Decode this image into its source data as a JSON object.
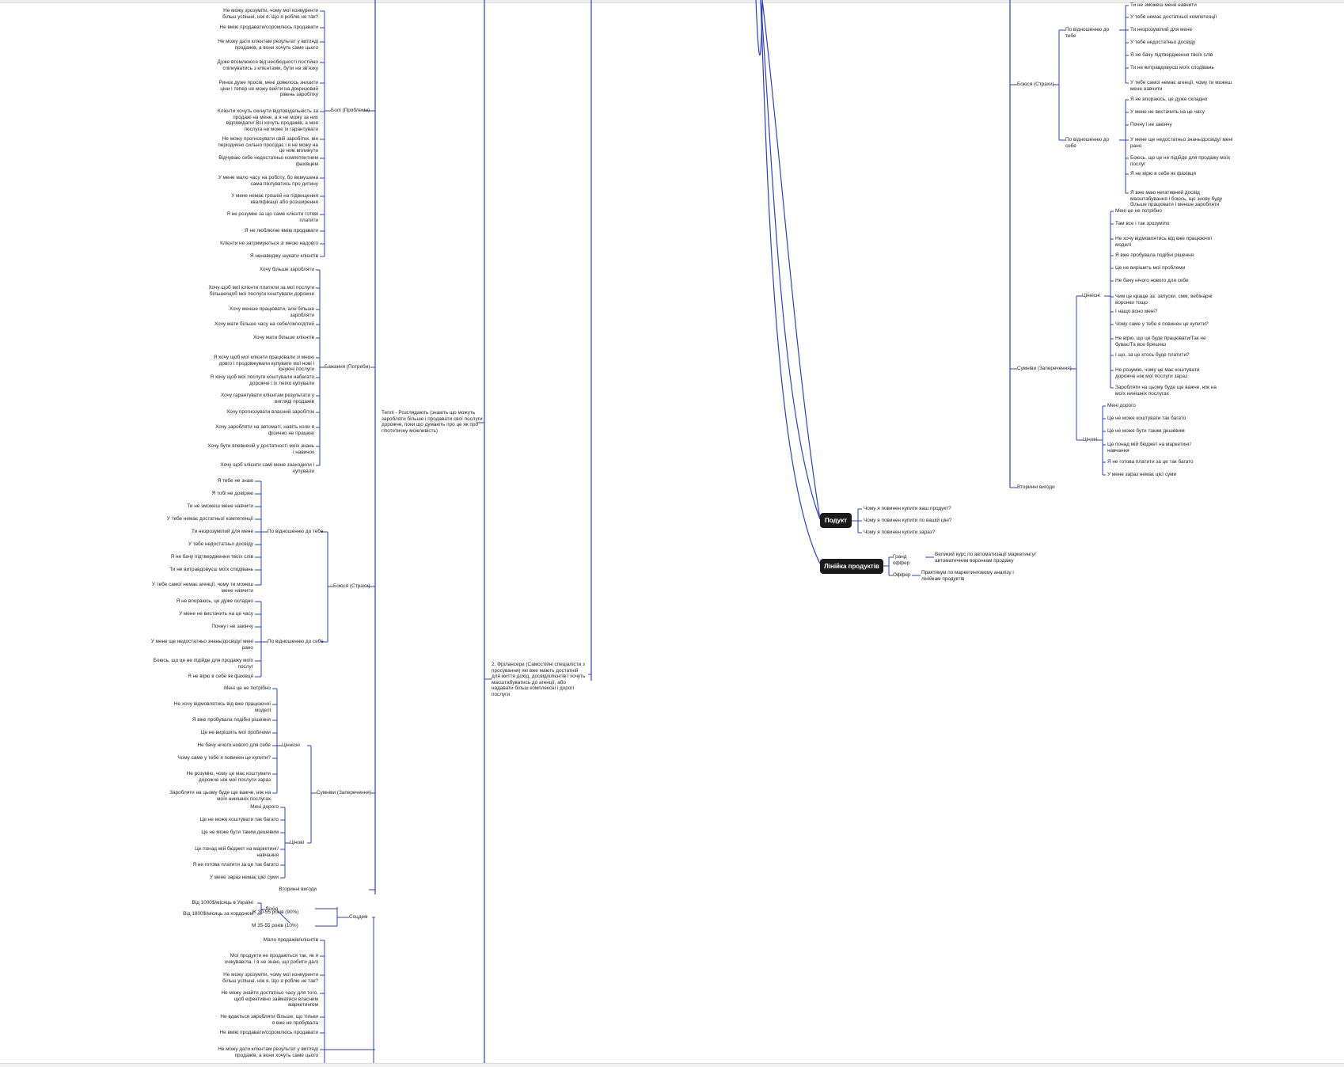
{
  "center": {
    "teplі": "Теплі - Розглядають (знають що можуть заробляти більше і продавати свої послуги дорожче, поки що думають про це як про гіпотетичну можливість)",
    "freelancers": "2. Фрілансери (Самостійні спеціалісти з просування) які вже мають достатній для життя дохід, досвід/клієнтів і хочуть масштабуватись до агенції, або надавати більш комплексні і дорогі послуги"
  },
  "left": {
    "boli_label": "Болі (Проблеми)",
    "boli": [
      "Не можу зрозуміти, чому мої конкуренти більш успішні, ніж я. Що я роблю не так?",
      "Не вмію продавати/соромлюсь продавати",
      "Не можу дати клієнтам результат у вигляді продажів, а вони хочуть саме цього",
      "Дуже втомлююся від необхідності постійно спілкуватись з клієнтами, бути на зв'язку",
      "Ринок дуже просів, мені довелось знизити ціни і тепер не можу вийти на докризовий рівень заробітку",
      "Клієнти хочуть скинути відповідальність за продажі на мене, а я не можу за них відповідати/ Всі хочуть продажів, а моя послуга не може їх гарантувати",
      "Не можу прогнозувати свій заробіток, він періодично сильно просідає і я не можу на це ніяк вплинути",
      "Відчуваю себе недостатньо компетентним фахівцем",
      "У мене мало часу на роботу, бо вимушена сама піклуватись про дитину",
      "У мене немає грошей на підвищення кваліфікації або розширення",
      "Я не розумію за що саме клієнти готові платити",
      "Я не люблю/не вмію продавати",
      "Клієнти не затримуються зі мною надовго",
      "Я ненавиджу шукати клієнтів"
    ],
    "bazhannya_label": "Бажання (Потреби)",
    "bazhannya": [
      "Хочу більше заробляти",
      "Хочу щоб мої клієнти платили за мої послуги більше/щоб мої послуги коштували дорожче",
      "Хочу менше працювати, але більше заробляти",
      "Хочу мати більше часу на себе/сім'ю/дітей",
      "Хочу мати більше клієнтів",
      "Я хочу щоб мої клієнти працювали зі мною довго і продовжували купувати мої нові і існуючі послуги",
      "Я хочу щоб мої послуги коштували набагато дорожче і їх легко купували",
      "Хочу гарантувати клієнтам результати у вигляді продажів",
      "Хочу прогнозувати власний заробіток",
      "Хочу заробляти на автоматі, навіть коли я фізично не працюю",
      "Хочу бути впевненій у достатності моїх знань і навичок",
      "Хочу щоб клієнти самі мене знаходили і купували"
    ],
    "boyusya_label": "Боюся (Страхи)",
    "do_tebe_label": "По відношенню до тебе",
    "do_tebe": [
      "Я тебе не знаю",
      "Я тобі не довіряю",
      "Ти не зможеш мене навчити",
      "У тебе немає достатньої компетенції",
      "Ти незрозумілий для мене",
      "У тебе недостатньо досвіду",
      "Я не бачу підтвердження твоїх слів",
      "Ти не витравдовуєш моїх сподівань",
      "У тебе самої немає агенції, чому ти можеш мене навчити"
    ],
    "do_sebe_label": "По відношенню до себе",
    "do_sebe": [
      "Я не впораюсь, це дуже складно",
      "У мене не вистачить на це часу",
      "Почну і не закінчу",
      "У мене ще недостатньо знань/досвіду/ мені рано",
      "Боюсь, що це не підійде для продажу моїх послуг",
      "Я не вірю в себе як фахівця"
    ],
    "sumnivy_label": "Сумніви (Заперечення)",
    "tsinnisni_label": "Ціннісні",
    "tsinnisni": [
      "Мені це не потрібно",
      "Не хочу відмовлятись від вже працюючої моделі",
      "Я вже пробувала подібні рішення",
      "Це не вирішить мої проблеми",
      "Не бачу нічого нового для себе",
      "Чому саме у тебе я повинен це купити?",
      "Не розумію, чому це має коштувати дорожче ніж мої послуги зараз",
      "Заробляти на цьому буде ще важче, ніж на моїх нинішніх послугах"
    ],
    "tsinovi_label": "Цінові",
    "tsinovi": [
      "Мені дорого",
      "Це не може коштувати так багато",
      "Це не може бути таким дешевим",
      "Це понад мій бюджет на маркетинг/ навчання",
      "Я не готова платити за це так багато",
      "У мене зараз немає цієї суми"
    ],
    "vtorynni_label": "Вторинні вигоди",
    "sotsdem_label": "Соцдем",
    "zh_label": "Ж 30-55 років (90%)",
    "m_label": "М 35-55 років (10%)",
    "dokhid_label": "Дохід",
    "dokhid": [
      "Від 1000$/місяць в Україні",
      "Від 1800$/місяць за кордоном"
    ],
    "boli2": [
      "Мало продажів/клієнтів",
      "Мої продукти не продаються так, як я очікував/ла, і я не знаю, що робити далі",
      "Не можу зрозуміти, чому мої конкуренти більш успішні, ніж я. Що я роблю не так?",
      "Не можу знайти достатньо часу для того, щоб ефективно займатися власним маркетингом",
      "Не вдається заробляти більше, що тільки я вже не пробувала",
      "Не вмію продавати/соромлюсь продавати",
      "Не можу дати клієнтам результат у вигляді продажів, а вони хочуть саме цього"
    ]
  },
  "right": {
    "boyusya_label": "Боюся (Страхи)",
    "do_tebe_label": "По відношенню до тебе",
    "do_tebe": [
      "Ти не зможеш мене навчити",
      "У тебе немає достатньої компетенції",
      "Ти незрозумілий для мене",
      "У тебе недостатньо досвіду",
      "Я не бачу підтвердження твоїх слів",
      "Ти не витравдовуєш моїх сподівань",
      "У тебе самої немає агенції, чому ти можеш мене навчити"
    ],
    "do_sebe_label": "По відношенню до себе",
    "do_sebe": [
      "Я не впораюсь, це дуже складно",
      "У мене не вистачить на це часу",
      "Почну і не закінчу",
      "У мене ще недостатньо знань/досвіду/ мені рано",
      "Боюсь, що це не підійде для продажу моїх послуг",
      "Я не вірю в себе як фахівця",
      "Я вже маю негативний досвід масштабування і боюсь, що знову буду більше працювати і менше заробляти"
    ],
    "sumnivy_label": "Сумніви (Заперечення)",
    "tsinnisni_label": "Ціннісні",
    "tsinnisni": [
      "Мені це не потрібно",
      "Там все і так зрозуміло",
      "Не хочу відмовлятись від вже працюючої моделі",
      "Я вже пробувала подібні рішення",
      "Це не вирішить мої проблеми",
      "Не бачу нічого нового для себе",
      "Чим це краще за: запуски, смм, вебінарні воронки тощо",
      "І нащо воно мені?",
      "Чому саме у тебе я повинен це купити?",
      "Не вірю, що це буде працювати/Так не буває/Та все брешеш",
      "І що, за це хтось буде платити?",
      "Не розумію, чому це має коштувати дорожче ніж мої послуги зараз",
      "Заробляти на цьому буде ще важче, ніж на моїх нинішніх послугах"
    ],
    "tsinovi_label": "Цінові",
    "tsinovi": [
      "Мені дорого",
      "Це не може коштувати так багато",
      "Це не може бути таким дешевим",
      "Це понад мій бюджет на маркетинг/ навчання",
      "Я не готова платити за це так багато",
      "У мене зараз немає цієї суми"
    ],
    "vtorynni_label": "Вторинні вигоди"
  },
  "product": {
    "label": "Подукт",
    "items": [
      "Чому я повинен купити ваш продукт?",
      "Чому я повинен купити по вашій ціні?",
      "Чому я повинен купити зараз?"
    ]
  },
  "line": {
    "label": "Лінійка продуктів",
    "grand_label": "Гранд оффер",
    "grand_text": "Великий курс по автоматизації маркетингу/ автоматичним воронкам продажу",
    "offer_label": "Оффер",
    "offer_text": "Практикум по маркетинговому аналізу і лінійкам продуктів"
  },
  "colors": {
    "line": "#2b3fd1",
    "node_bg": "#1b1b1b"
  }
}
